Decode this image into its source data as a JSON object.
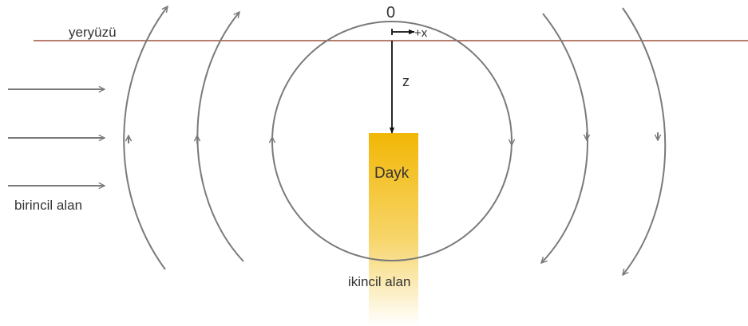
{
  "labels": {
    "surface": "yeryüzü",
    "origin": "0",
    "x_axis": "+x",
    "z_axis": "z",
    "dyke": "Dayk",
    "primary_field": "birincil alan",
    "secondary_field": "ikincil alan"
  },
  "colors": {
    "surface_line": "#a0523d",
    "field_lines": "#7a7a7a",
    "axes": "#111111",
    "dyke_top": "#f2b705",
    "dyke_bottom": "#ffffff",
    "text": "#333333"
  }
}
